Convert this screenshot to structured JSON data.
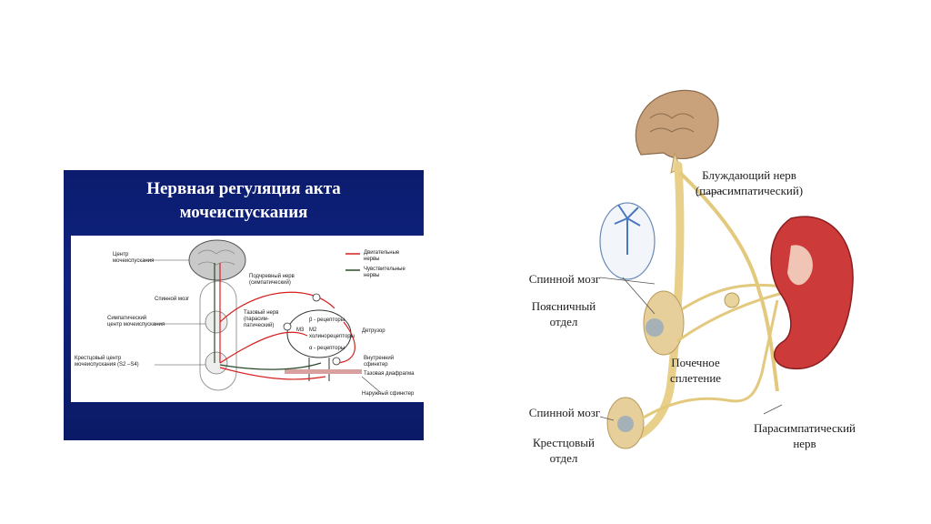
{
  "slide": {
    "title_line1": "Нервная регуляция акта",
    "title_line2": "мочеиспускания",
    "labels": {
      "center": "Центр\nмочеиспускания",
      "spinal": "Спинной мозг",
      "sympathetic_center": "Симпатический\nцентр мочеиспускания",
      "sacral_center": "Крестцовый центр\nмочеиспускания (S2 –S4)",
      "hypogastric": "Подчревный нерв\n(симпатический)",
      "pelvic": "Тазовый нерв\n(парасим-\nпатический)",
      "beta": "β - рецепторы",
      "m3": "М3",
      "m2": "М2\nхолинорецепторы",
      "alpha": "α - рецепторы",
      "detrusor": "Детрузор",
      "inner_sphincter": "Внутренний\nсфинктер",
      "pelvic_diaphragm": "Тазовая диафрагма",
      "outer_sphincter": "Наружный сфинктер",
      "legend_motor": "Двигательные\nнервы",
      "legend_sensory": "Чувствительные\nнервы"
    },
    "colors": {
      "motor": "#d42020",
      "sensory": "#2a4a2a"
    }
  },
  "anatomy": {
    "vagus": "Блуждающий нерв\n(парасимпатический)",
    "spinal_cord_1": "Спинной мозг",
    "lumbar": "Поясничный\nотдел",
    "renal_plexus": "Почечное\nсплетение",
    "spinal_cord_2": "Спинной мозг",
    "sacral": "Крестцовый\nотдел",
    "parasympathetic": "Парасимпатический\nнерв"
  }
}
